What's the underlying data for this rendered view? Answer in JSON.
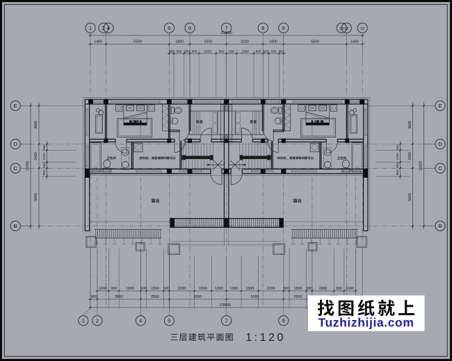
{
  "sheet": {
    "type": "architectural floor plan",
    "title": "三层建筑平面图",
    "scale": "1:120",
    "background_color": "#a8acb2",
    "line_color": "#1b1c1e"
  },
  "watermark": {
    "line1": "找图纸就上",
    "line2": "Tuzhizhijia.com",
    "box_color": "#fefefe",
    "line1_color": "#0e0e0e",
    "line2_color": "#2121a8"
  },
  "grid_bubbles": {
    "top": [
      "1",
      "2",
      "4",
      "5",
      "6",
      "7",
      "8",
      "9",
      "10",
      "12",
      "13"
    ],
    "bottom": [
      "1",
      "2",
      "4",
      "5",
      "7",
      "9"
    ],
    "left": [
      "E",
      "D",
      "C",
      "B"
    ],
    "right": [
      "E",
      "D",
      "C",
      "B"
    ]
  },
  "dimensions": {
    "top": {
      "overall": "23800",
      "row1": [
        "1400",
        "5500",
        "1800",
        "3200",
        "3200",
        "1800",
        "5500",
        "1400"
      ],
      "row2": [
        "400",
        "900",
        "500",
        "800",
        "1500",
        "900",
        "900",
        "1500",
        "800",
        "500",
        "900",
        "400"
      ]
    },
    "bottom": {
      "row1": [
        "1000",
        "900",
        "1900",
        "500",
        "1500",
        "500",
        "2200",
        "1500",
        "1300",
        "1300",
        "1500",
        "2200",
        "500",
        "1500",
        "500",
        "1900",
        "900",
        "1000"
      ],
      "row2": [
        "600",
        "3800",
        "2500",
        "5000",
        "5000",
        "2500",
        "3800",
        "600"
      ],
      "overall": "23800"
    },
    "left": {
      "overall": "11000",
      "row": [
        "3600",
        "2400",
        "5000"
      ],
      "sub": [
        "600",
        "1200",
        "600",
        "800"
      ]
    },
    "right": {
      "overall": "11000",
      "row": [
        "3600",
        "2400",
        "5000"
      ],
      "sub": [
        "600",
        "1200",
        "600",
        "800"
      ]
    }
  },
  "room_labels": {
    "master_bedroom": "主卧室",
    "bedroom": "卧室",
    "bathroom": "卫生间",
    "laundry": "洗衣房，或者储物间都可以",
    "terrace": "露台"
  }
}
